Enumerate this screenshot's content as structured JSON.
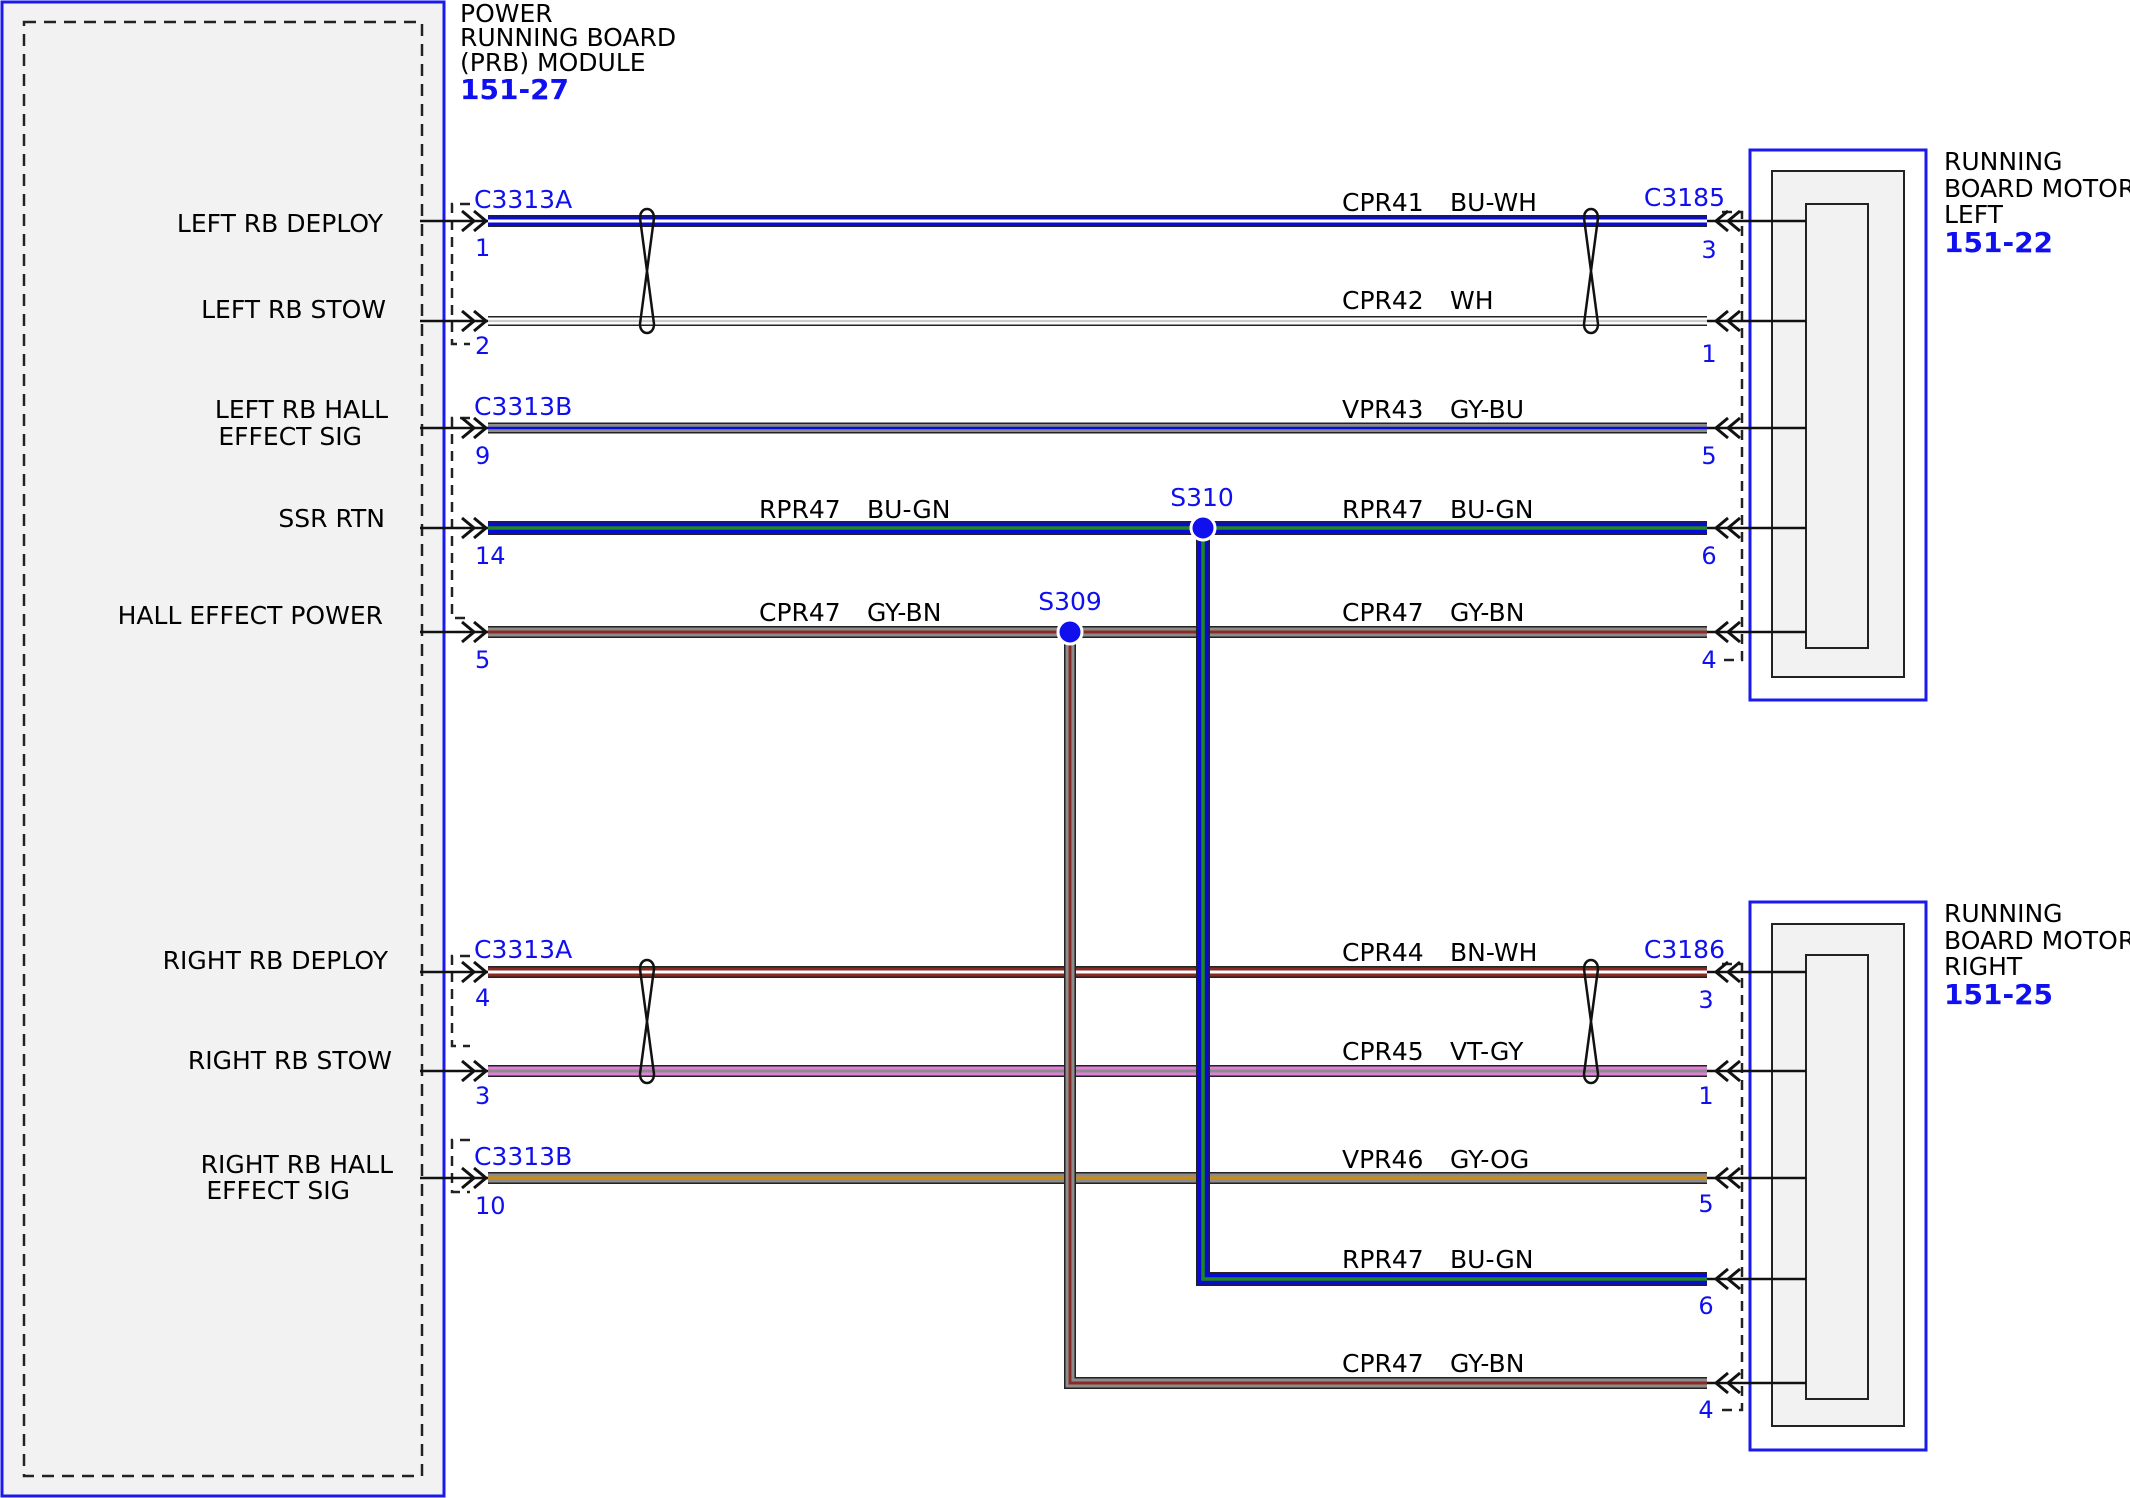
{
  "colors": {
    "module_border": "#1a1aee",
    "module_fill": "#f2f2f2",
    "label_blue": "#1010ee",
    "BU": "#0a0ad6",
    "WH": "#ffffff",
    "GY": "#8c8c8c",
    "GN": "#1d8a1d",
    "BN": "#8a2a22",
    "VT": "#e080d8",
    "OG": "#d08a10"
  },
  "module": {
    "title_lines": [
      "POWER",
      "RUNNING BOARD",
      "(PRB) MODULE"
    ],
    "ref": "151-27"
  },
  "motor_left": {
    "title_lines": [
      "RUNNING",
      "BOARD MOTOR,",
      "LEFT"
    ],
    "ref": "151-22",
    "connector": "C3185"
  },
  "motor_right": {
    "title_lines": [
      "RUNNING",
      "BOARD MOTOR,",
      "RIGHT"
    ],
    "ref": "151-25",
    "connector": "C3186"
  },
  "module_connectors": [
    {
      "label": "C3313A"
    },
    {
      "label": "C3313B"
    },
    {
      "label": "C3313A"
    },
    {
      "label": "C3313B"
    }
  ],
  "signals": [
    {
      "lines": [
        "LEFT RB DEPLOY"
      ]
    },
    {
      "lines": [
        "LEFT RB STOW"
      ]
    },
    {
      "lines": [
        "LEFT RB HALL",
        "EFFECT SIG"
      ]
    },
    {
      "lines": [
        "SSR RTN"
      ]
    },
    {
      "lines": [
        "HALL EFFECT POWER"
      ]
    },
    {
      "lines": [
        "RIGHT RB DEPLOY"
      ]
    },
    {
      "lines": [
        "RIGHT RB STOW"
      ]
    },
    {
      "lines": [
        "RIGHT RB HALL",
        "EFFECT SIG"
      ]
    }
  ],
  "module_pins": [
    "1",
    "2",
    "9",
    "14",
    "5",
    "4",
    "3",
    "10"
  ],
  "motor_pins": [
    "3",
    "1",
    "5",
    "6",
    "4",
    "3",
    "1",
    "5",
    "6",
    "4"
  ],
  "splices": [
    {
      "name": "S310"
    },
    {
      "name": "S309"
    }
  ],
  "wire_labels": [
    {
      "circuit": "CPR41",
      "color": "BU-WH"
    },
    {
      "circuit": "CPR42",
      "color": "WH"
    },
    {
      "circuit": "VPR43",
      "color": "GY-BU"
    },
    {
      "circuit": "RPR47",
      "color": "BU-GN"
    },
    {
      "circuit": "RPR47",
      "color": "BU-GN"
    },
    {
      "circuit": "CPR47",
      "color": "GY-BN"
    },
    {
      "circuit": "CPR47",
      "color": "GY-BN"
    },
    {
      "circuit": "CPR44",
      "color": "BN-WH"
    },
    {
      "circuit": "CPR45",
      "color": "VT-GY"
    },
    {
      "circuit": "VPR46",
      "color": "GY-OG"
    },
    {
      "circuit": "RPR47",
      "color": "BU-GN"
    },
    {
      "circuit": "CPR47",
      "color": "GY-BN"
    }
  ]
}
